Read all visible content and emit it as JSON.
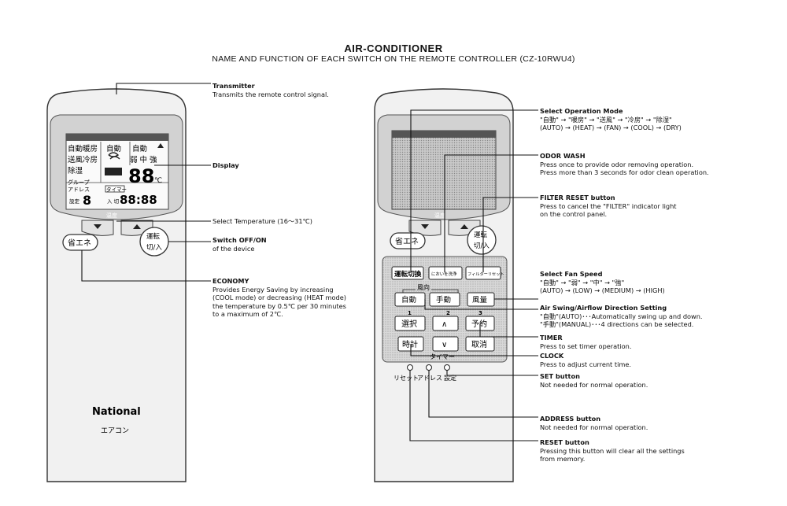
{
  "title": "AIR-CONDITIONER",
  "subtitle": "NAME AND FUNCTION OF EACH SWITCH ON THE REMOTE CONTROLLER (CZ-10RWU4)",
  "left_remote": {
    "brand": "National",
    "product": "エアコン",
    "display": {
      "modes": [
        "自動暖房",
        "送風冷房",
        "除湿"
      ],
      "group_label": "グループ",
      "address_label": "アドレス",
      "setting_label": "設定",
      "fan_auto": "自動",
      "swing_auto": "自動",
      "fan_levels": "弱 中 強",
      "temp_value": "88",
      "temp_unit": "℃",
      "timer_label": "タイマー",
      "time_value": "88:88",
      "on_off": "入 切",
      "digit": "8"
    },
    "temp_label": "温度",
    "economy_button": "省エネ",
    "power_button_top": "運転",
    "power_button_bottom": "切/入"
  },
  "right_remote": {
    "economy_button": "省エネ",
    "power_button_top": "運転",
    "power_button_bottom": "切/入",
    "temp_label": "温度",
    "mode_button": "運転切換",
    "odor_button": "においを洗浄",
    "filter_button": "フィルターリセット",
    "airflow_label": "風向",
    "auto_button": "自動",
    "manual_button": "手動",
    "fan_button": "風量",
    "step1": "1",
    "step2": "2",
    "step3": "3",
    "select_button": "選択",
    "up_button": "∧",
    "reserve_button": "予約",
    "clock_button": "時計",
    "down_button": "∨",
    "cancel_button": "取消",
    "timer_label": "タイマー",
    "reset_label": "リセット",
    "address_label": "アドレス",
    "setting_label": "設定"
  },
  "labels": {
    "transmitter": {
      "title": "Transmitter",
      "lines": [
        "Transmits the remote control signal."
      ]
    },
    "display": {
      "title": "Display",
      "lines": []
    },
    "select_temp": {
      "title": "Select Temperature (16～31℃)",
      "lines": []
    },
    "switch": {
      "title": "Switch OFF/ON",
      "lines": [
        "of the device"
      ]
    },
    "economy": {
      "title": "ECONOMY",
      "lines": [
        " Provides Energy Saving by increasing",
        "(COOL mode) or decreasing (HEAT mode)",
        "the temperature by 0.5℃ per 30 minutes",
        "to a maximum of 2℃."
      ]
    },
    "op_mode": {
      "title": "Select Operation Mode",
      "lines": [
        "\"自動\" → \"暖房\" → \"送風\"  → \"冷房\" → \"除湿\"",
        "(AUTO) → (HEAT) → (FAN)  → (COOL) → (DRY)"
      ]
    },
    "odor_wash": {
      "title": "ODOR WASH",
      "lines": [
        "Press once to provide odor removing operation.",
        "Press more than 3 seconds for odor clean operation."
      ]
    },
    "filter_reset": {
      "title": "FILTER RESET button",
      "lines": [
        "Press to cancel the \"FILTER\" indicator light",
        "on the control panel."
      ]
    },
    "fan_speed": {
      "title": "Select Fan Speed",
      "lines": [
        "\"自動\" →  \"弱\"  →    \"中\"    →  \"強\"",
        "(AUTO) → (LOW) → (MEDIUM) → (HIGH)"
      ]
    },
    "air_swing": {
      "title": "Air Swing/Airflow Direction Setting",
      "lines": [
        "\"自動\"(AUTO)･･･Automatically swing up and down.",
        "\"手動\"(MANUAL)･･･4 directions can be selected."
      ]
    },
    "timer": {
      "title": "TIMER",
      "lines": [
        "Press to set timer operation."
      ]
    },
    "clock": {
      "title": "CLOCK",
      "lines": [
        "Press to adjust current time."
      ]
    },
    "set": {
      "title": "SET button",
      "lines": [
        "Not needed for normal operation."
      ]
    },
    "address": {
      "title": "ADDRESS button",
      "lines": [
        "Not needed for normal operation."
      ]
    },
    "reset": {
      "title": "RESET button",
      "lines": [
        "Pressing this button will clear all the settings",
        "from memory."
      ]
    }
  }
}
